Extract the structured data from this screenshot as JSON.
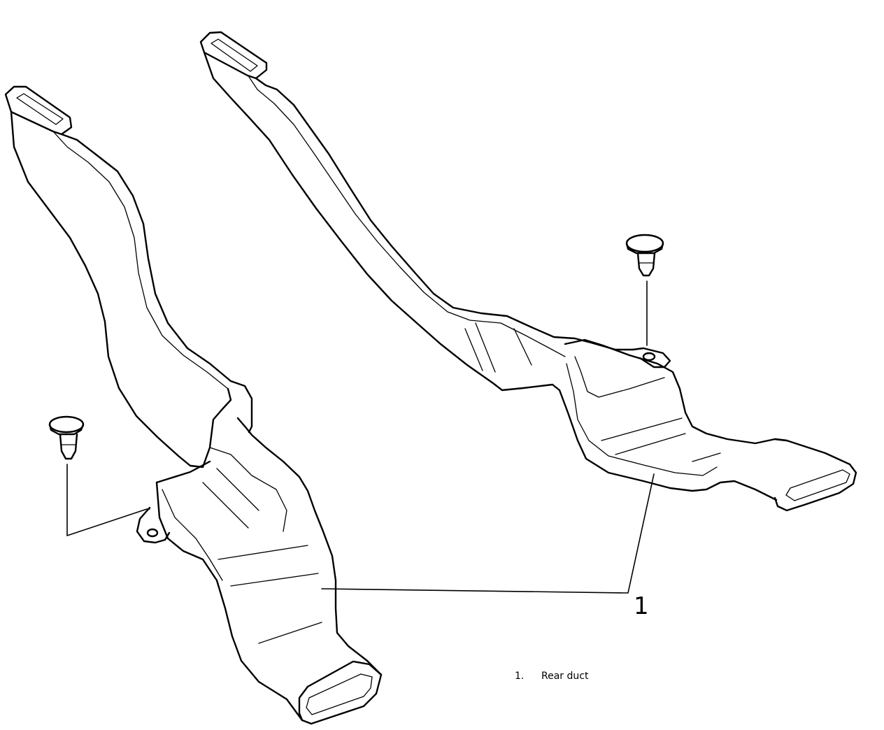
{
  "diagram": {
    "callout_number": "1",
    "legend": [
      {
        "number": "1.",
        "label": "Rear duct"
      }
    ],
    "parts": [
      {
        "name": "left-rear-duct",
        "callout": "1"
      },
      {
        "name": "right-rear-duct",
        "callout": "1"
      },
      {
        "name": "left-push-clip"
      },
      {
        "name": "right-push-clip"
      }
    ]
  }
}
